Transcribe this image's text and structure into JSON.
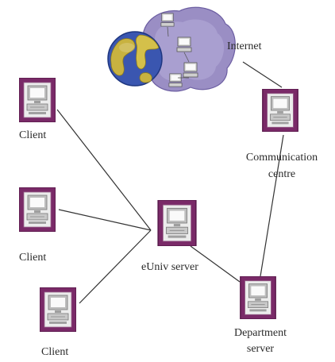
{
  "nodes": {
    "internet": {
      "label": "Internet"
    },
    "comm_centre": {
      "label_line1": "Communication",
      "label_line2": "centre"
    },
    "client_1": {
      "label": "Client"
    },
    "client_2": {
      "label": "Client"
    },
    "client_3": {
      "label": "Client"
    },
    "euniv_server": {
      "label": "eUniv server"
    },
    "department_server": {
      "label_line1": "Department",
      "label_line2": "server"
    }
  },
  "colors": {
    "node_frame": "#7a2a68",
    "node_border": "#5a1a4c",
    "screen": "#f4f4f4",
    "monitor": "#d8d8d8",
    "cloud": "#9a8ec4",
    "globe_ocean": "#3a56b0",
    "globe_land": "#c8b240",
    "connector": "#333333"
  },
  "icons": {
    "computer": "desktop-computer-icon",
    "internet": "internet-cloud-globe-icon"
  }
}
